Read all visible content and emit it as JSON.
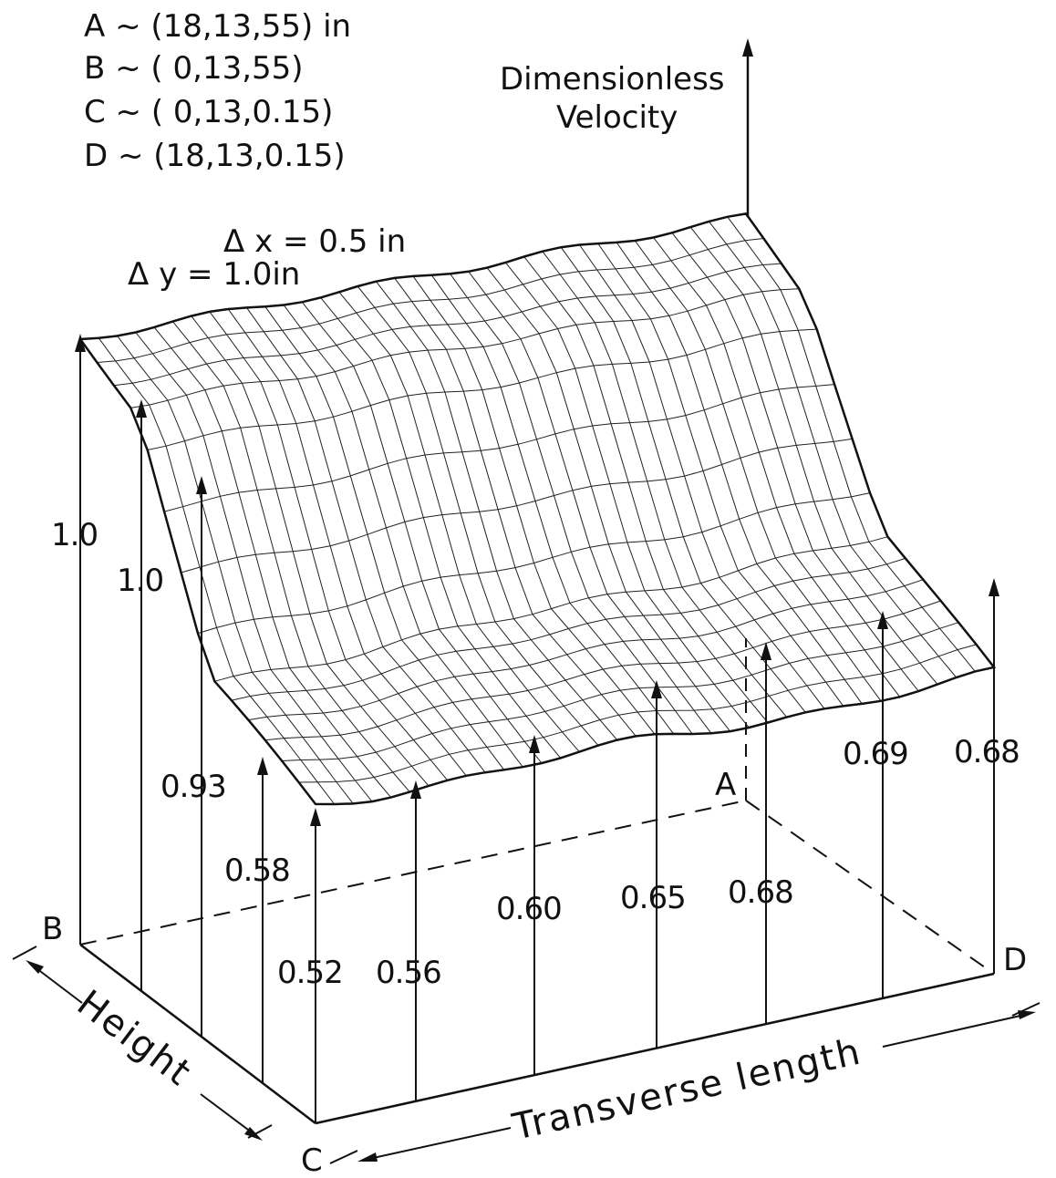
{
  "legend": {
    "a": "A ~ (18,13,55) in",
    "b": "B ~ ( 0,13,55)",
    "c": "C ~ ( 0,13,0.15)",
    "d": "D ~ (18,13,0.15)"
  },
  "axis": {
    "vertical_line1": "Dimensionless",
    "vertical_line2": "Velocity",
    "height": "Height",
    "transverse": "Transverse length"
  },
  "spacing": {
    "dx": "Δ x = 0.5 in",
    "dy": "Δ y = 1.0in"
  },
  "corners": {
    "a": "A",
    "b": "B",
    "c": "C",
    "d": "D"
  },
  "height_edge_values": [
    "1.0",
    "1.0",
    "0.93",
    "0.58"
  ],
  "front_edge_values": [
    "0.52",
    "0.56",
    "0.60",
    "0.65",
    "0.68"
  ],
  "right_edge_values": [
    "0.69",
    "0.68"
  ]
}
